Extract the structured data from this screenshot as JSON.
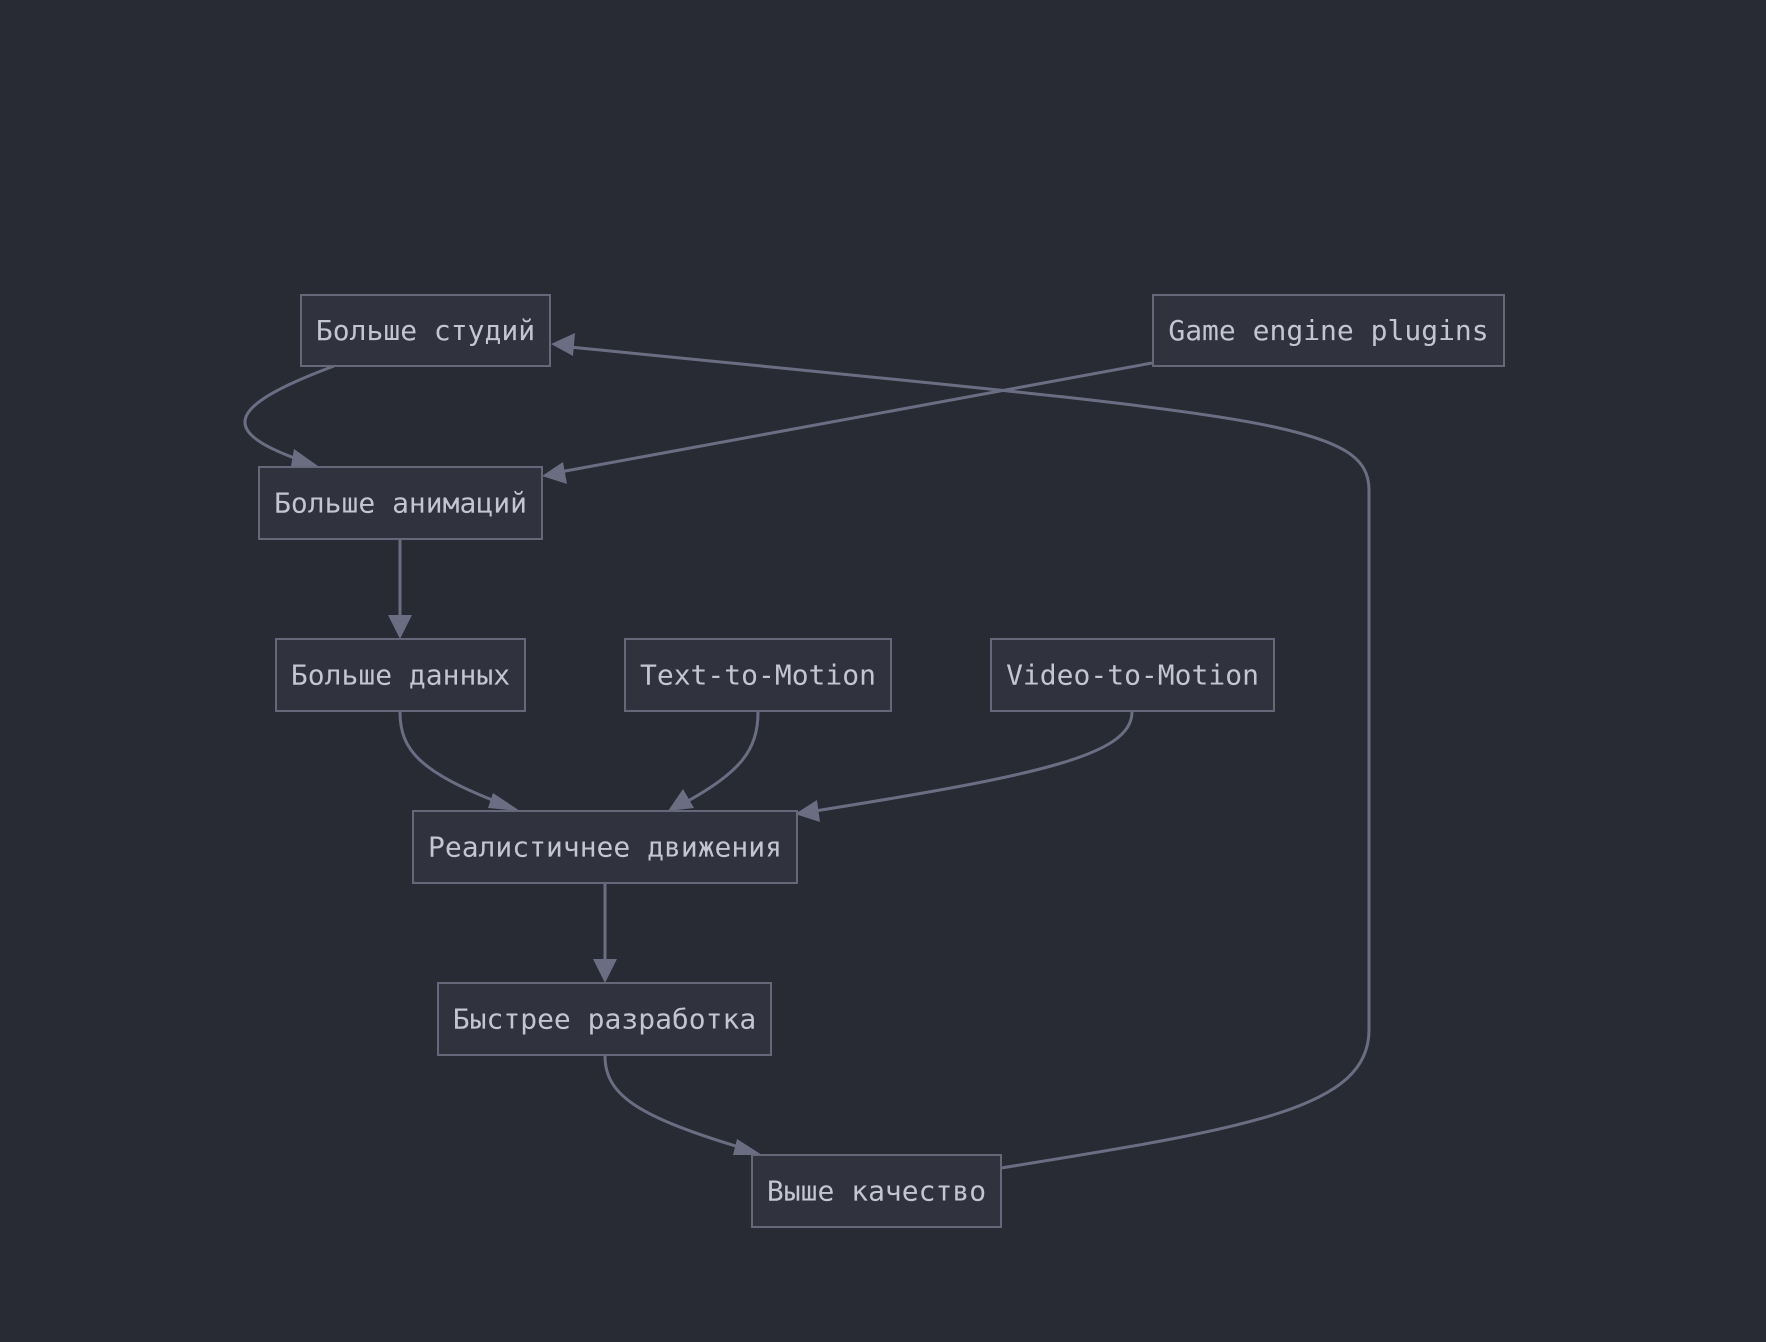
{
  "colors": {
    "background": "#282a34",
    "node_fill": "#30323d",
    "node_stroke": "#666879",
    "node_text": "#c3c5d1",
    "edge": "#6b6e83"
  },
  "nodes": {
    "more_studios": "Больше студий",
    "game_engine_plugins": "Game engine plugins",
    "more_animations": "Больше анимаций",
    "more_data": "Больше данных",
    "text_to_motion": "Text-to-Motion",
    "video_to_motion": "Video-to-Motion",
    "realistic_motion": "Реалистичнее движения",
    "faster_development": "Быстрее разработка",
    "higher_quality": "Выше качество"
  },
  "edges": [
    {
      "from": "more_studios",
      "to": "more_animations"
    },
    {
      "from": "game_engine_plugins",
      "to": "more_animations"
    },
    {
      "from": "more_animations",
      "to": "more_data"
    },
    {
      "from": "more_data",
      "to": "realistic_motion"
    },
    {
      "from": "text_to_motion",
      "to": "realistic_motion"
    },
    {
      "from": "video_to_motion",
      "to": "realistic_motion"
    },
    {
      "from": "realistic_motion",
      "to": "faster_development"
    },
    {
      "from": "faster_development",
      "to": "higher_quality"
    },
    {
      "from": "higher_quality",
      "to": "more_studios"
    }
  ]
}
